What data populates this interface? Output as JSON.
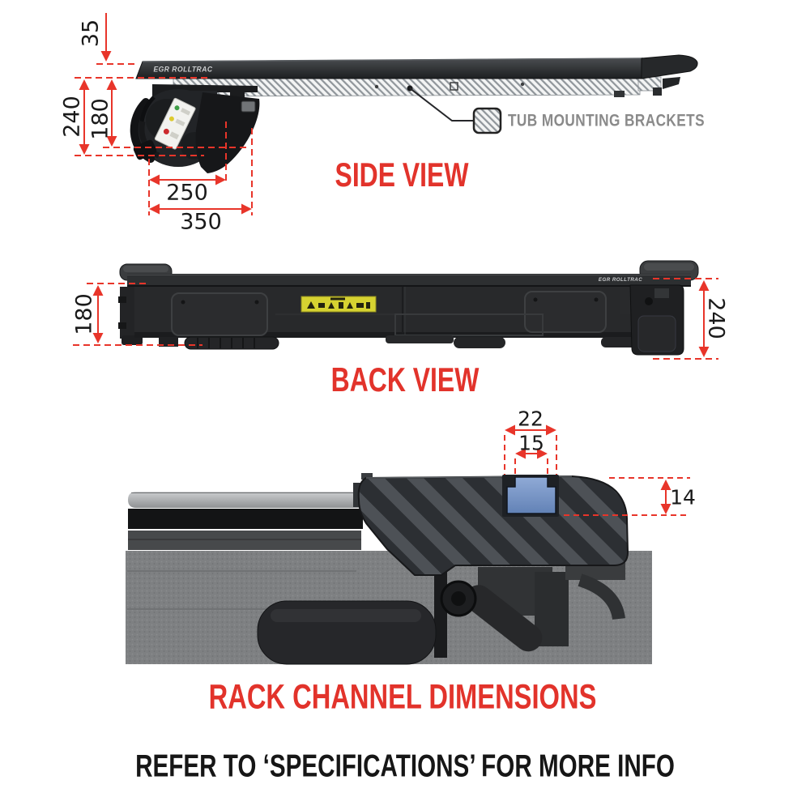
{
  "colors": {
    "background": "#ffffff",
    "dimension_red": "#e8352a",
    "title_red": "#e2332b",
    "text_black": "#161616",
    "callout_gray": "#8a8a8a",
    "channel_blue": "#7693c6",
    "warning_label_yellow": "#d6d231",
    "product_dark": "#28292b"
  },
  "side_view": {
    "title": "SIDE VIEW",
    "brand_label": "EGR ROLLTRAC",
    "tub_brackets_label": "TUB MOUNTING BRACKETS",
    "dim_top_offset": "35",
    "dim_overall_height": "240",
    "dim_housing_height": "180",
    "dim_housing_depth": "250",
    "dim_overall_depth": "350"
  },
  "back_view": {
    "title": "BACK VIEW",
    "brand_label": "EGR ROLLTRAC",
    "dim_left_height": "180",
    "dim_right_height": "240"
  },
  "rack_channel": {
    "title": "RACK CHANNEL DIMENSIONS",
    "dim_outer_width": "22",
    "dim_slot_width": "15",
    "dim_depth": "14"
  },
  "footer": {
    "note": "REFER TO ‘SPECIFICATIONS’ FOR MORE INFO"
  }
}
